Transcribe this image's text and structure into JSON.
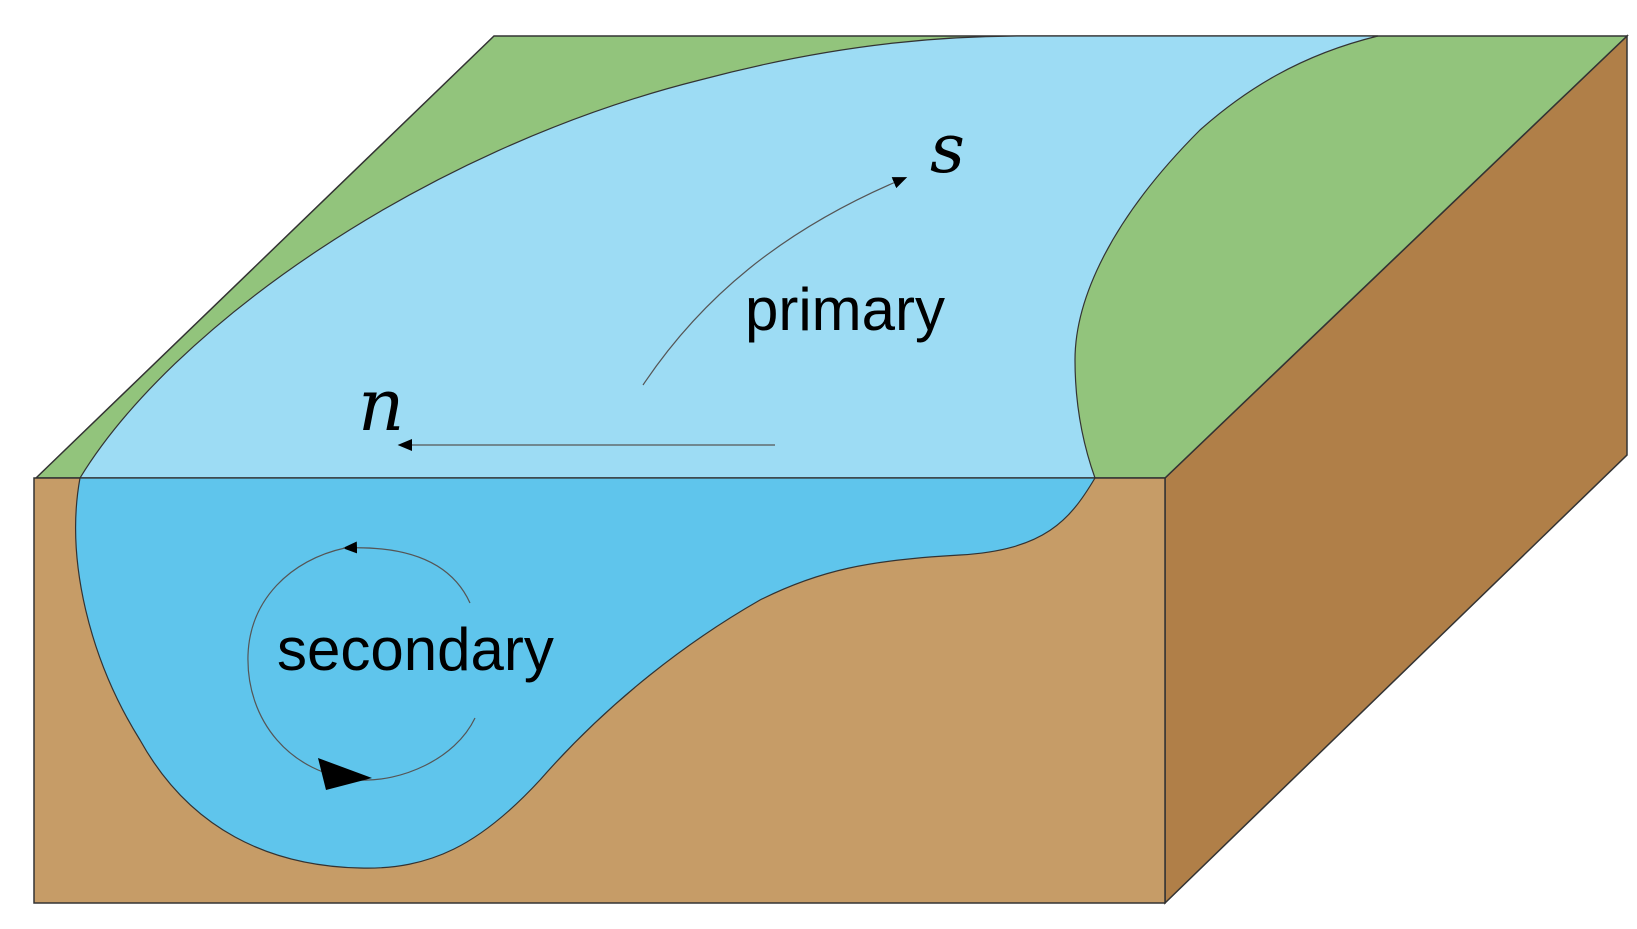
{
  "diagram": {
    "labels": {
      "s": "s",
      "n": "n",
      "primary": "primary",
      "secondary": "secondary"
    },
    "colors": {
      "grass": "#92c47c",
      "water_surface": "#9ddcf4",
      "water_section": "#5fc5ec",
      "soil_front": "#c69c67",
      "soil_side": "#b07f48",
      "outline": "#333333"
    }
  }
}
